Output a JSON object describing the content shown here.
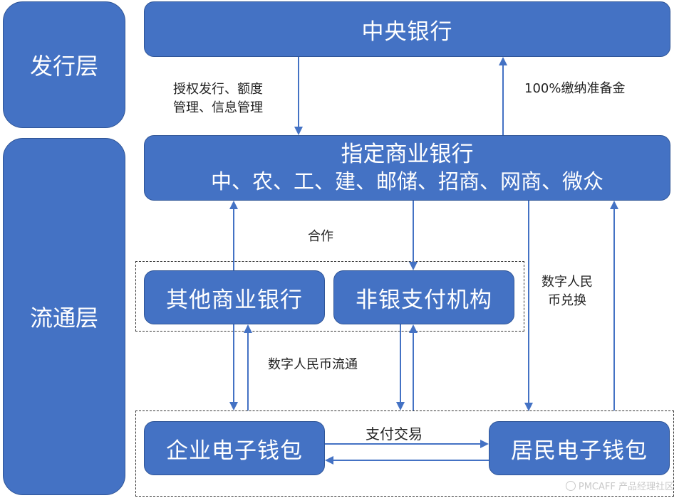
{
  "layers": {
    "issue": "发行层",
    "circulation": "流通层"
  },
  "central_bank": "中央银行",
  "designated_banks": {
    "title": "指定商业银行",
    "list": "中、农、工、建、邮储、招商、网商、微众"
  },
  "other_banks": "其他商业银行",
  "non_bank_payment": "非银支付机构",
  "enterprise_wallet": "企业电子钱包",
  "resident_wallet": "居民电子钱包",
  "labels": {
    "authorize_line1": "授权发行、额度",
    "authorize_line2": "管理、信息管理",
    "reserve": "100%缴纳准备金",
    "cooperation": "合作",
    "exchange_line1": "数字人民",
    "exchange_line2": "币兑换",
    "circulation_flow": "数字人民币流通",
    "payment": "支付交易"
  },
  "watermark": "PMCAFF 产品经理社区",
  "colors": {
    "box_fill": "#4472C4",
    "box_border": "#2F5597",
    "arrow": "#4472C4"
  }
}
